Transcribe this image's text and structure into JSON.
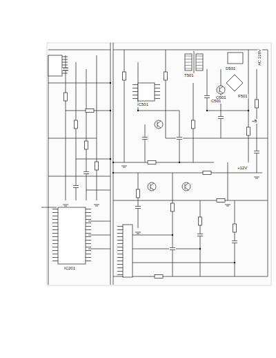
{
  "diagram": {
    "labels": [
      "AC 220V",
      "IC201",
      "IC501",
      "T501",
      "Q501",
      "+B",
      "+12V",
      "D501",
      "F501",
      "C501"
    ]
  }
}
